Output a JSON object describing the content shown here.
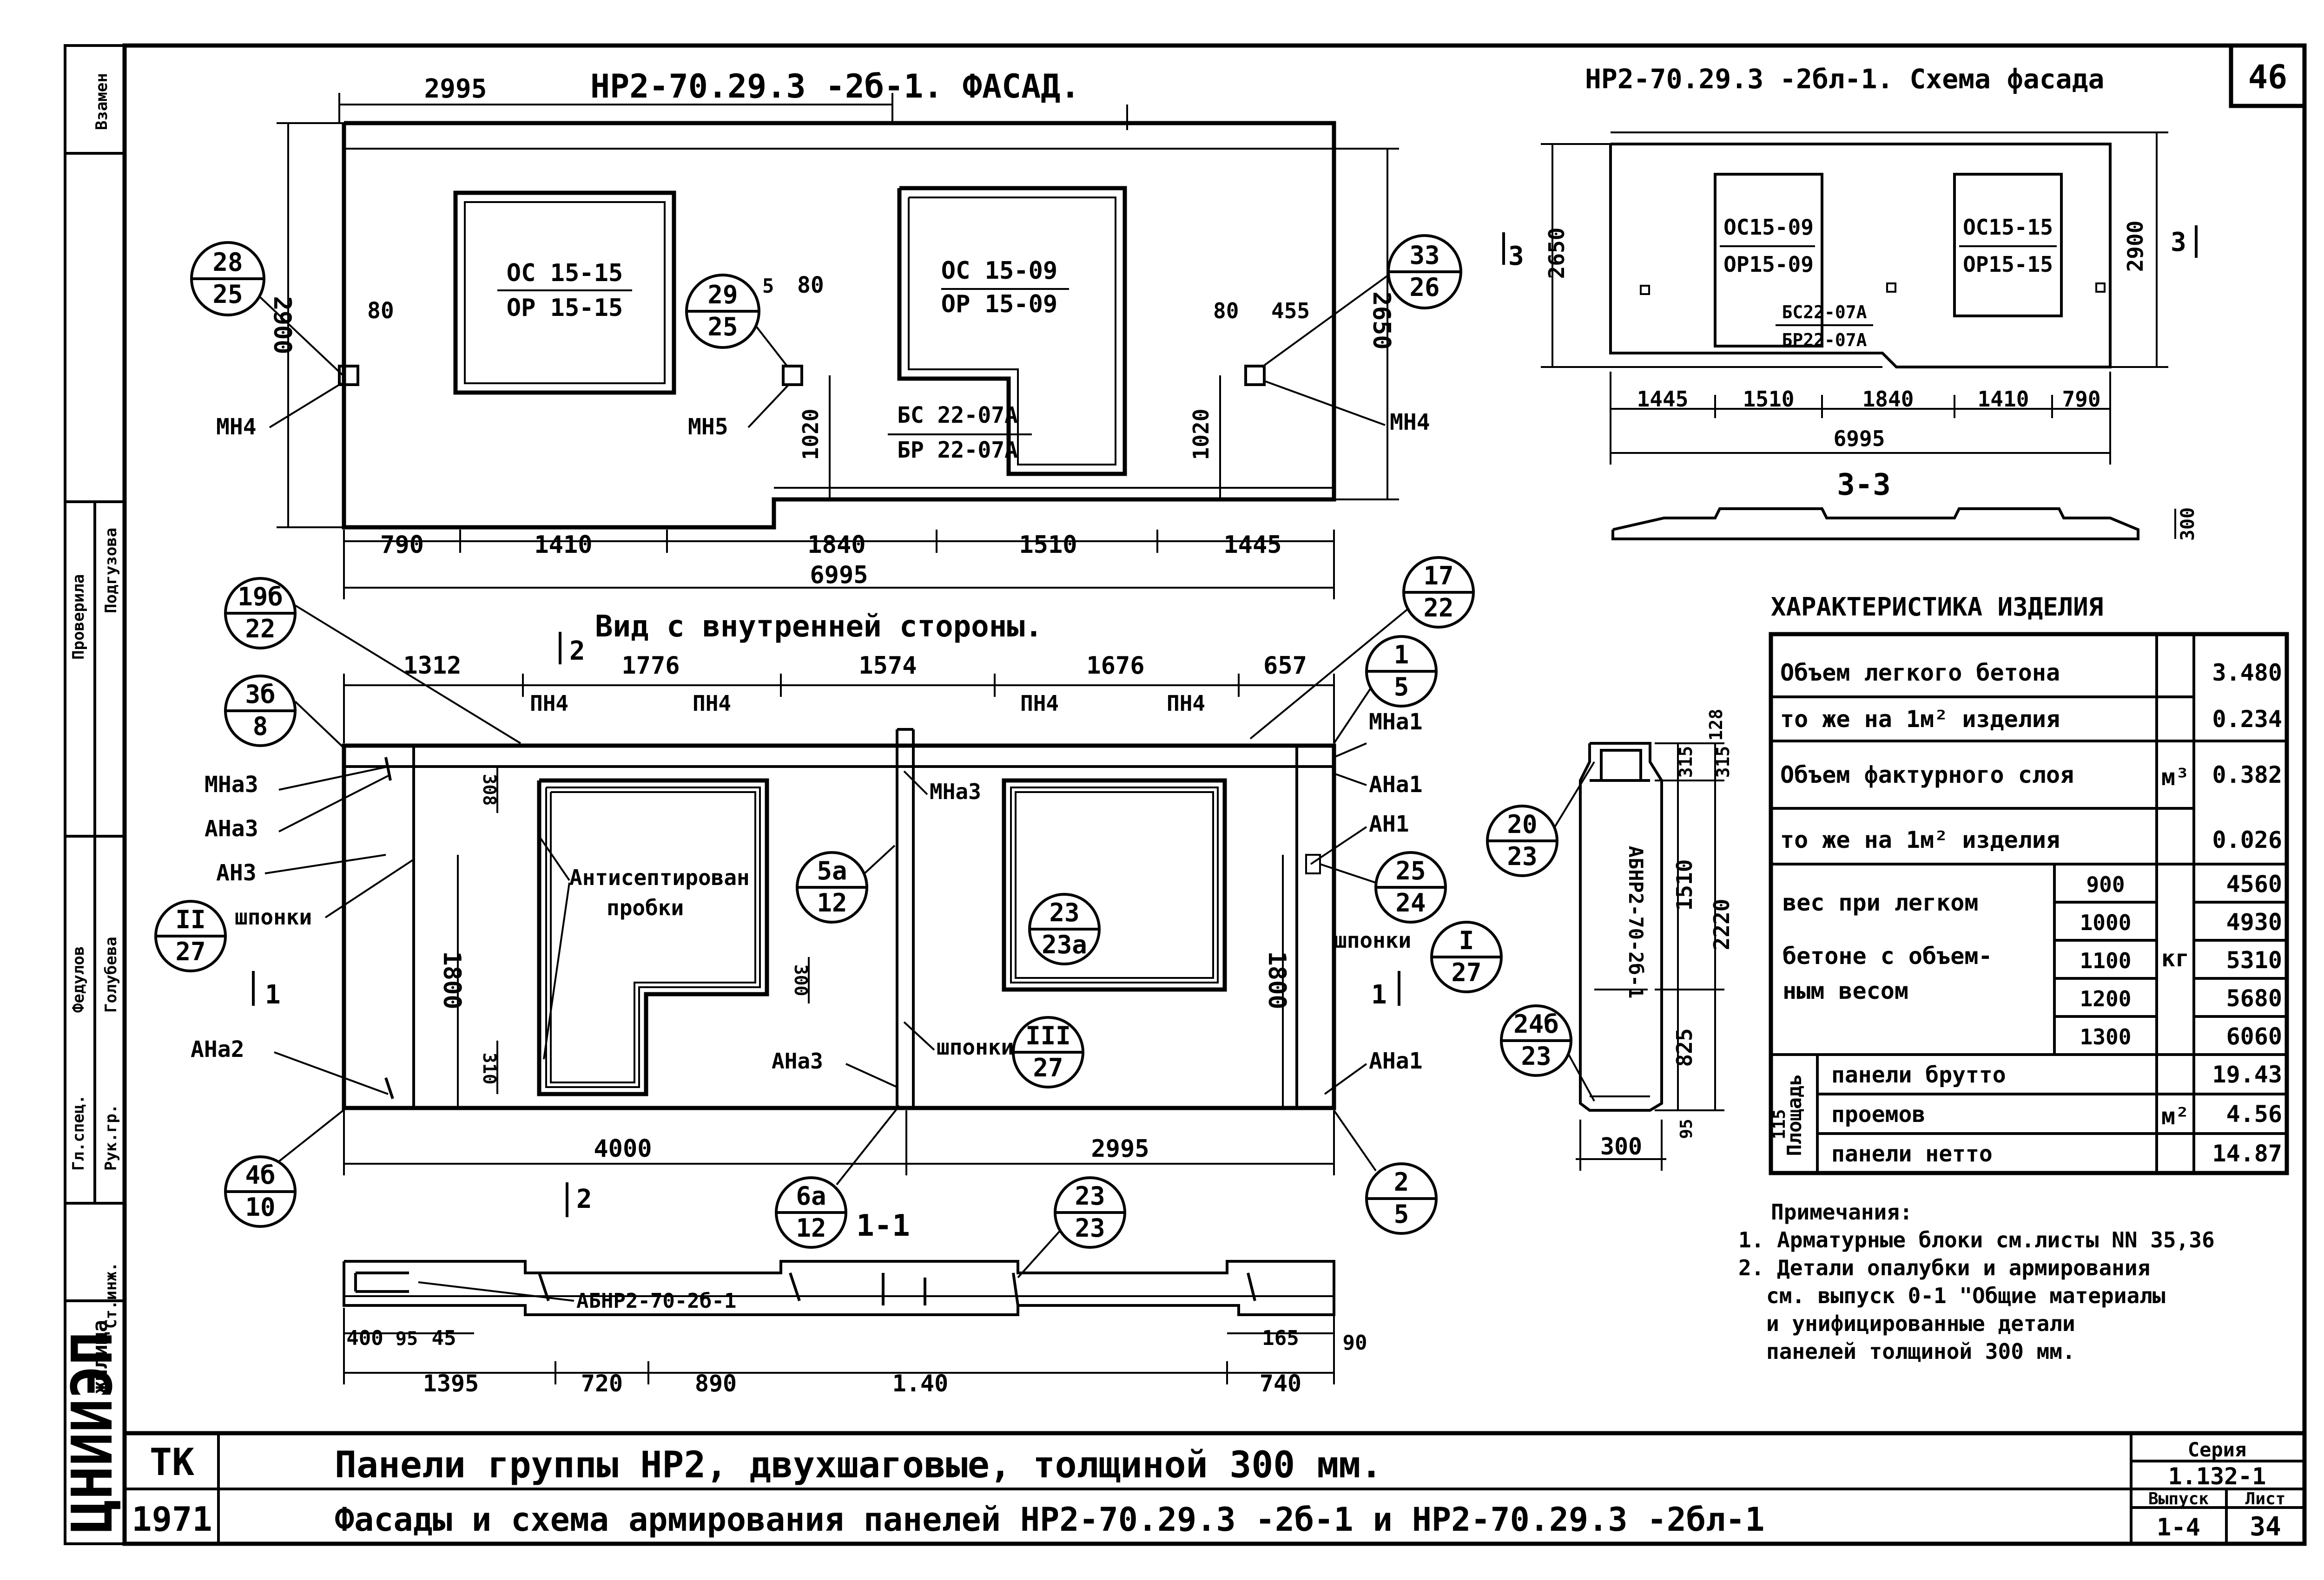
{
  "sheet_no": "46",
  "facade": {
    "title": "НР2-70.29.3 -2б-1. ФАСАД.",
    "top_dim": "2995",
    "h_left": "2900",
    "h_right": "2650",
    "w1_top": "ОС 15-15",
    "w1_bot": "ОР 15-15",
    "w2_top": "ОС 15-09",
    "w2_bot": "ОР 15-09",
    "bc_top": "БС 22-07А",
    "bc_bot": "БР 22-07А",
    "dims": [
      "790",
      "1410",
      "1840",
      "1510",
      "1445"
    ],
    "total": "6995",
    "d80a": "80",
    "d80b": "80",
    "d5": "5",
    "d80c": "80",
    "d455": "455",
    "d1020a": "1020",
    "d1020b": "1020",
    "mn4a": "МН4",
    "mn5": "МН5",
    "mn4b": "МН4",
    "c1t": "28",
    "c1b": "25",
    "c2t": "29",
    "c2b": "25",
    "c3t": "33",
    "c3b": "26"
  },
  "scheme": {
    "title": "НР2-70.29.3 -2бл-1. Схема фасада",
    "h_left": "2650",
    "h_right": "2900",
    "sec_l": "3",
    "sec_r": "3",
    "w1_top": "ОС15-09",
    "w1_bot": "ОР15-09",
    "w2_top": "ОС15-15",
    "w2_bot": "ОР15-15",
    "bc_top": "БС22-07А",
    "bc_bot": "БР22-07А",
    "dims": [
      "1445",
      "1510",
      "1840",
      "1410",
      "790"
    ],
    "total": "6995",
    "section": "3-3",
    "d300": "300"
  },
  "inner": {
    "title": "Вид с внутренней стороны.",
    "sec2": "2",
    "top_dims": [
      "1312",
      "1776",
      "1574",
      "1676",
      "657"
    ],
    "pn4": [
      "ПН4",
      "ПН4",
      "ПН4",
      "ПН4"
    ],
    "labels_left": [
      "МНа3",
      "АНа3",
      "АН3",
      "шпонки",
      "АНа2"
    ],
    "labels_right": [
      "МНа1",
      "АНа1",
      "АН1",
      "шпонки",
      "АНа1"
    ],
    "mid_labels": [
      "МНа3",
      "АНа3",
      "шпонки"
    ],
    "antisept1": "Антисептирован",
    "antisept2": "пробки",
    "d308": "308",
    "d310": "310",
    "d300": "300",
    "d1800a": "1800",
    "d1800b": "1800",
    "bot_dims": [
      "4000",
      "2995"
    ],
    "sec1": "1",
    "circles": [
      {
        "t": "19б",
        "b": "22"
      },
      {
        "t": "3б",
        "b": "8"
      },
      {
        "t": "II",
        "b": "27"
      },
      {
        "t": "4б",
        "b": "10"
      },
      {
        "t": "5а",
        "b": "12"
      },
      {
        "t": "23",
        "b": "23а"
      },
      {
        "t": "6а",
        "b": "12"
      },
      {
        "t": "III",
        "b": "27"
      },
      {
        "t": "17",
        "b": "22"
      },
      {
        "t": "1",
        "b": "5"
      },
      {
        "t": "25",
        "b": "24"
      },
      {
        "t": "I",
        "b": "27"
      },
      {
        "t": "2",
        "b": "5"
      }
    ]
  },
  "section11": {
    "title": "1-1",
    "c_t": "23",
    "c_b": "23",
    "abnr": "АБНР2-70-2б-1",
    "dims_top": [
      "400",
      "95",
      "45",
      "165",
      "90"
    ],
    "dims_bot": [
      "1395",
      "720",
      "890",
      "1.40",
      "740"
    ]
  },
  "section22": {
    "c1t": "20",
    "c1b": "23",
    "c2t": "24б",
    "c2b": "23",
    "mark": "АБНР2-70-2б-1",
    "d128": "128",
    "d315a": "315",
    "d315b": "315",
    "d1510": "1510",
    "d2220": "2220",
    "d825": "825",
    "d95": "95",
    "d115": "115",
    "d300": "300"
  },
  "char": {
    "title": "ХАРАКТЕРИСТИКА ИЗДЕЛИЯ",
    "r1": "Объем легкого бетона",
    "r1v": "3.480",
    "r2": "то же на 1м² изделия",
    "r2v": "0.234",
    "r3": "Объем фактурного слоя",
    "r3v": "0.382",
    "r4": "то же на 1м² изделия",
    "r4v": "0.026",
    "unit_m3": "м³",
    "wt1": "вес при легком",
    "wt2": "бетоне с объем-",
    "wt3": "ным весом",
    "unit_kg": "кг",
    "dens": [
      "900",
      "1000",
      "1100",
      "1200",
      "1300"
    ],
    "wts": [
      "4560",
      "4930",
      "5310",
      "5680",
      "6060"
    ],
    "area_lbl": "Площадь",
    "ar": [
      "панели брутто",
      "проемов",
      "панели нетто"
    ],
    "arv": [
      "19.43",
      "4.56",
      "14.87"
    ],
    "unit_m2": "м²"
  },
  "notes": {
    "head": "Примечания:",
    "n1": "1. Арматурные блоки см.листы NN 35,36",
    "n2": "2. Детали опалубки и армирования",
    "n3": "см. выпуск 0-1 \"Общие материалы",
    "n4": "и унифицированные детали",
    "n5": "панелей толщиной 300 мм."
  },
  "stamp": {
    "tk": "ТК",
    "year": "1971",
    "t1": "Панели группы НР2, двухшаговые, толщиной 300 мм.",
    "t2": "Фасады и схема армирования панелей НР2-70.29.3 -2б-1 и НР2-70.29.3 -2бл-1",
    "seria_l": "Серия",
    "seria": "1.132-1",
    "vyp_l": "Выпуск",
    "vyp": "1-4",
    "list_l": "Лист",
    "list": "34",
    "org": "ЦНИИЭП",
    "org2": "жилища",
    "side": [
      "Взамен",
      "Проверила",
      "Гл.спец.",
      "Рук.гр.",
      "Ст.инж.",
      "Подгузова",
      "Голубева",
      "Федулов"
    ]
  }
}
